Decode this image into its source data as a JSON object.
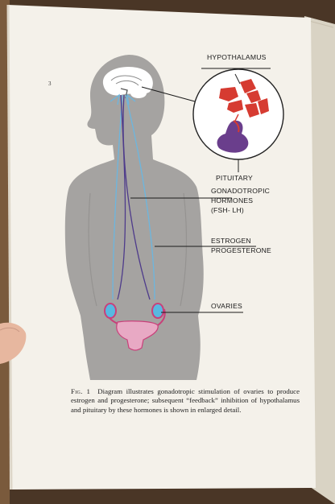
{
  "page_marker": "3",
  "labels": {
    "hypothalamus": "HYPOTHALAMUS",
    "pituitary": "PITUITARY",
    "gonadotropic_line1": "GONADOTROPIC",
    "gonadotropic_line2": "HORMONES",
    "gonadotropic_line3": "(FSH- LH)",
    "estrogen_line1": "ESTROGEN",
    "estrogen_line2": "PROGESTERONE",
    "ovaries": "OVARIES"
  },
  "caption": {
    "figure": "Fig. 1",
    "text": "Diagram illustrates gonadotropic stimulation of ovaries to produce estrogen and progesterone; subsequent “feedback” inhibition of hypothalamus and pituitary by these hormones is shown in enlarged detail."
  },
  "colors": {
    "silhouette": "#a5a3a1",
    "hypothalamus_cells": "#d63b31",
    "pituitary": "#6a3e8c",
    "uterus": "#e8a9c4",
    "ovary_fill": "#58b8e0",
    "ovary_outline": "#c9407a",
    "hormone_arrow_blue": "#6cb6df",
    "hormone_arrow_purple": "#4e3b8b"
  }
}
